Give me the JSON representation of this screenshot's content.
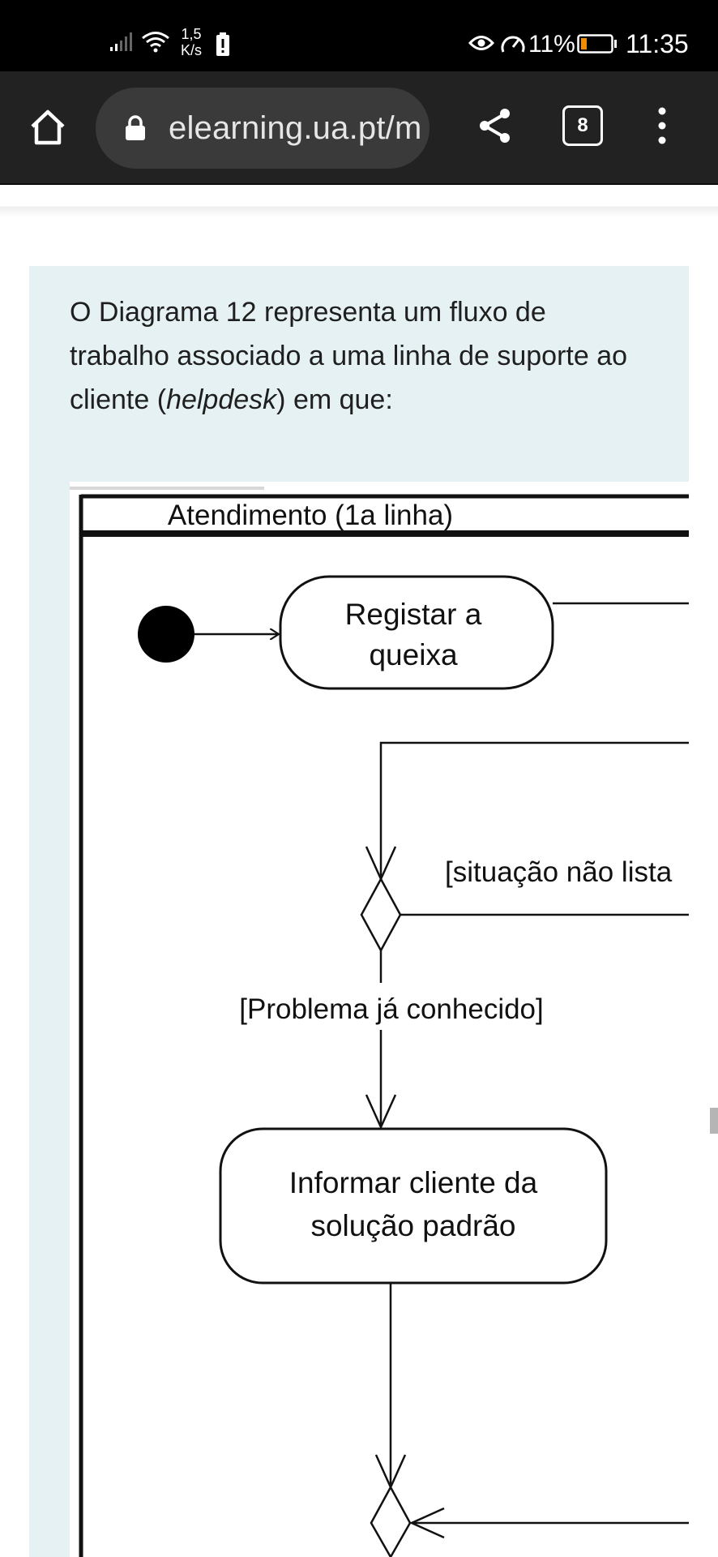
{
  "status_bar": {
    "net_speed_value": "1,5",
    "net_speed_unit": "K/s",
    "battery_percent": "11%",
    "time": "11:35",
    "icons": [
      "signal-icon",
      "wifi-icon",
      "alert-icon",
      "eye-icon",
      "speedometer-icon",
      "battery-icon"
    ]
  },
  "browser": {
    "url": "elearning.ua.pt/m",
    "tab_count": "8",
    "icons": [
      "home-icon",
      "lock-icon",
      "share-icon",
      "menu-dots-icon"
    ]
  },
  "content": {
    "intro_before": "O Diagrama 12 representa um fluxo de trabalho associado a uma linha de suporte ao cliente (",
    "intro_italic": "helpdesk",
    "intro_after": ") em que:"
  },
  "diagram": {
    "swimlane_title": "Atendimento (1a linha)",
    "action_register_line1": "Registar a",
    "action_register_line2": "queixa",
    "guard_unlisted": "[situação não lista",
    "guard_known": "[Problema já conhecido]",
    "action_inform_line1": "Informar cliente da",
    "action_inform_line2": "solução padrão"
  },
  "colors": {
    "statusbar_bg": "#000000",
    "toolbar_bg": "#222222",
    "urlbar_bg": "#3a3a3a",
    "card_bg": "#e5f1f2",
    "diagram_ink": "#000000"
  }
}
